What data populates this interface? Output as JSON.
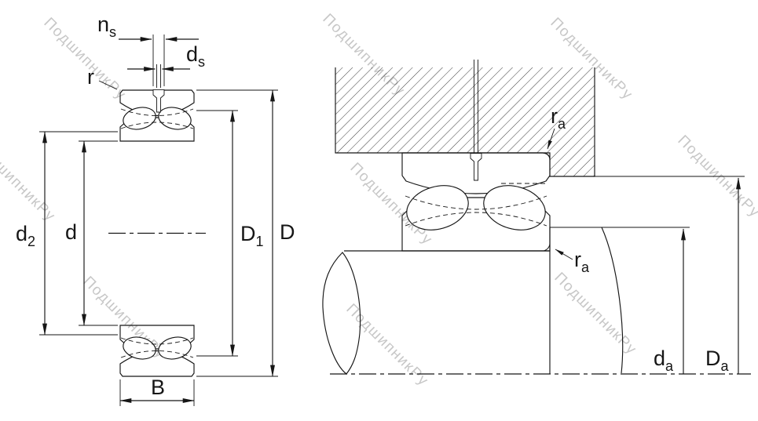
{
  "watermark": {
    "text": "ПодшипникРу"
  },
  "left_view": {
    "labels": {
      "ns": {
        "main": "n",
        "sub": "s"
      },
      "ds": {
        "main": "d",
        "sub": "s"
      },
      "r": "r",
      "d2": {
        "main": "d",
        "sub": "2"
      },
      "d": "d",
      "D1": {
        "main": "D",
        "sub": "1"
      },
      "D": "D",
      "B": "B"
    }
  },
  "right_view": {
    "labels": {
      "ra_housing": {
        "main": "r",
        "sub": "a"
      },
      "ra_shaft": {
        "main": "r",
        "sub": "a"
      },
      "da": {
        "main": "d",
        "sub": "a"
      },
      "Da": {
        "main": "D",
        "sub": "a"
      }
    }
  }
}
